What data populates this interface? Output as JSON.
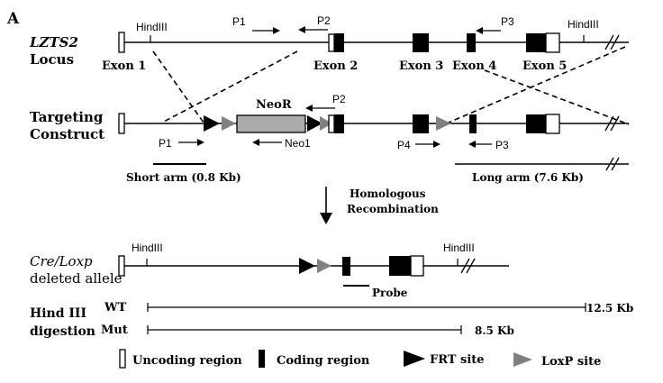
{
  "panel_label": "A",
  "locus": {
    "name_line1": "LZTS2",
    "name_line2": "Locus",
    "hindiii_left": "HindIII",
    "hindiii_right": "HindIII",
    "exons": [
      "Exon 1",
      "Exon 2",
      "Exon 3",
      "Exon 4",
      "Exon 5"
    ],
    "primers": [
      "P1",
      "P2",
      "P3"
    ]
  },
  "construct": {
    "name_line1": "Targeting",
    "name_line2": "Construct",
    "neo_label": "NeoR",
    "neo1": "Neo1",
    "primers": [
      "P1",
      "P2",
      "P3",
      "P4"
    ]
  },
  "arms": {
    "short": "Short arm (0.8 Kb)",
    "long": "Long arm (7.6 Kb)"
  },
  "recombination": {
    "line1": "Homologous",
    "line2": "Recombination"
  },
  "deleted": {
    "name_line1": "Cre/Loxp",
    "name_line2": "deleted allele",
    "hindiii_left": "HindIII",
    "hindiii_right": "HindIII",
    "probe": "Probe"
  },
  "digestion": {
    "name_line1": "Hind III",
    "name_line2": "digestion",
    "wt": "WT",
    "wt_size": "12.5 Kb",
    "mut": "Mut",
    "mut_size": "8.5 Kb"
  },
  "legend": {
    "uncoding": "Uncoding region",
    "coding": "Coding region",
    "frt": "FRT site",
    "loxp": "LoxP site"
  },
  "colors": {
    "line": "#000000",
    "neo_fill": "#aaaaaa",
    "loxp": "#808080"
  }
}
